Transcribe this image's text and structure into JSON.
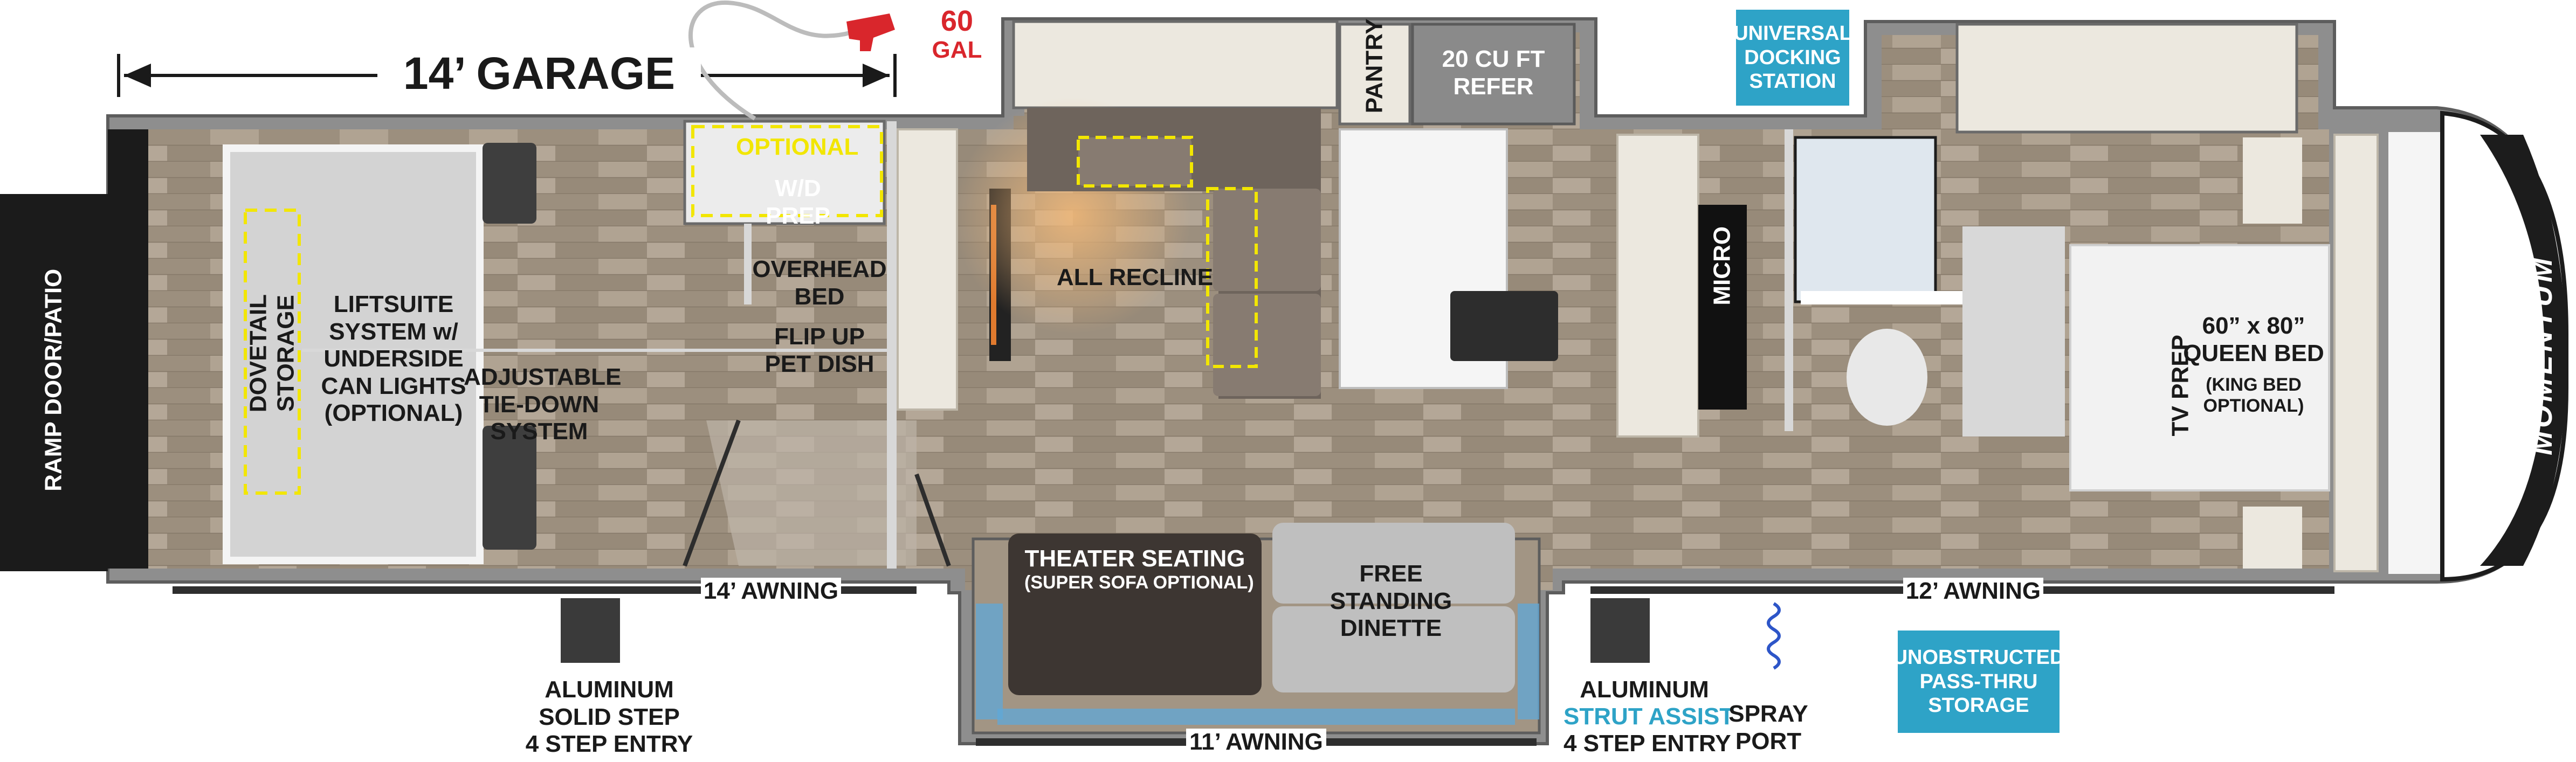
{
  "garage": {
    "dimension": "14’ GARAGE"
  },
  "fuel": {
    "capacity": "60",
    "unit": "GAL"
  },
  "pantry": "PANTRY",
  "refer": "20 CU FT\nREFER",
  "docking_station": "UNIVERSAL\nDOCKING\nSTATION",
  "ramp_door": "RAMP DOOR/PATIO",
  "dovetail_storage": "DOVETAIL\nSTORAGE",
  "liftsuite": "LIFTSUITE\nSYSTEM w/\nUNDERSIDE\nCAN LIGHTS\n(OPTIONAL)",
  "tiedown": "ADJUSTABLE\nTIE-DOWN\nSYSTEM",
  "wd_optional": "OPTIONAL",
  "wd_prep": "W/D\nPREP",
  "overhead_bed": "OVERHEAD\nBED",
  "pet_dish": "FLIP UP\nPET DISH",
  "all_recline": "ALL RECLINE",
  "micro": "MICRO",
  "tv_prep": "TV PREP",
  "queen_bed": "60” x 80”\nQUEEN BED",
  "king_bed": "(KING BED\nOPTIONAL)",
  "theater_seating": "THEATER SEATING",
  "super_sofa": "(SUPER SOFA OPTIONAL)",
  "dinette": "FREE\nSTANDING\nDINETTE",
  "awning_rear": "14’ AWNING",
  "awning_middle": "11’ AWNING",
  "awning_front": "12’ AWNING",
  "step_rear": "ALUMINUM\nSOLID STEP\n4 STEP ENTRY",
  "step_front_1": "ALUMINUM",
  "step_front_2": "STRUT ASSIST",
  "step_front_3": "4 STEP ENTRY",
  "spray_port": "SPRAY\nPORT",
  "pass_thru": "UNOBSTRUCTED\nPASS-THRU\nSTORAGE",
  "brand": "MOMENTUM",
  "colors": {
    "floor": "#a89a8a",
    "wall": "#8d8d8d",
    "accent_blue": "#2ea3c7",
    "highlight_yellow": "#f2e600",
    "fuel_red": "#d9262c",
    "cabinet": "#ece8df"
  }
}
